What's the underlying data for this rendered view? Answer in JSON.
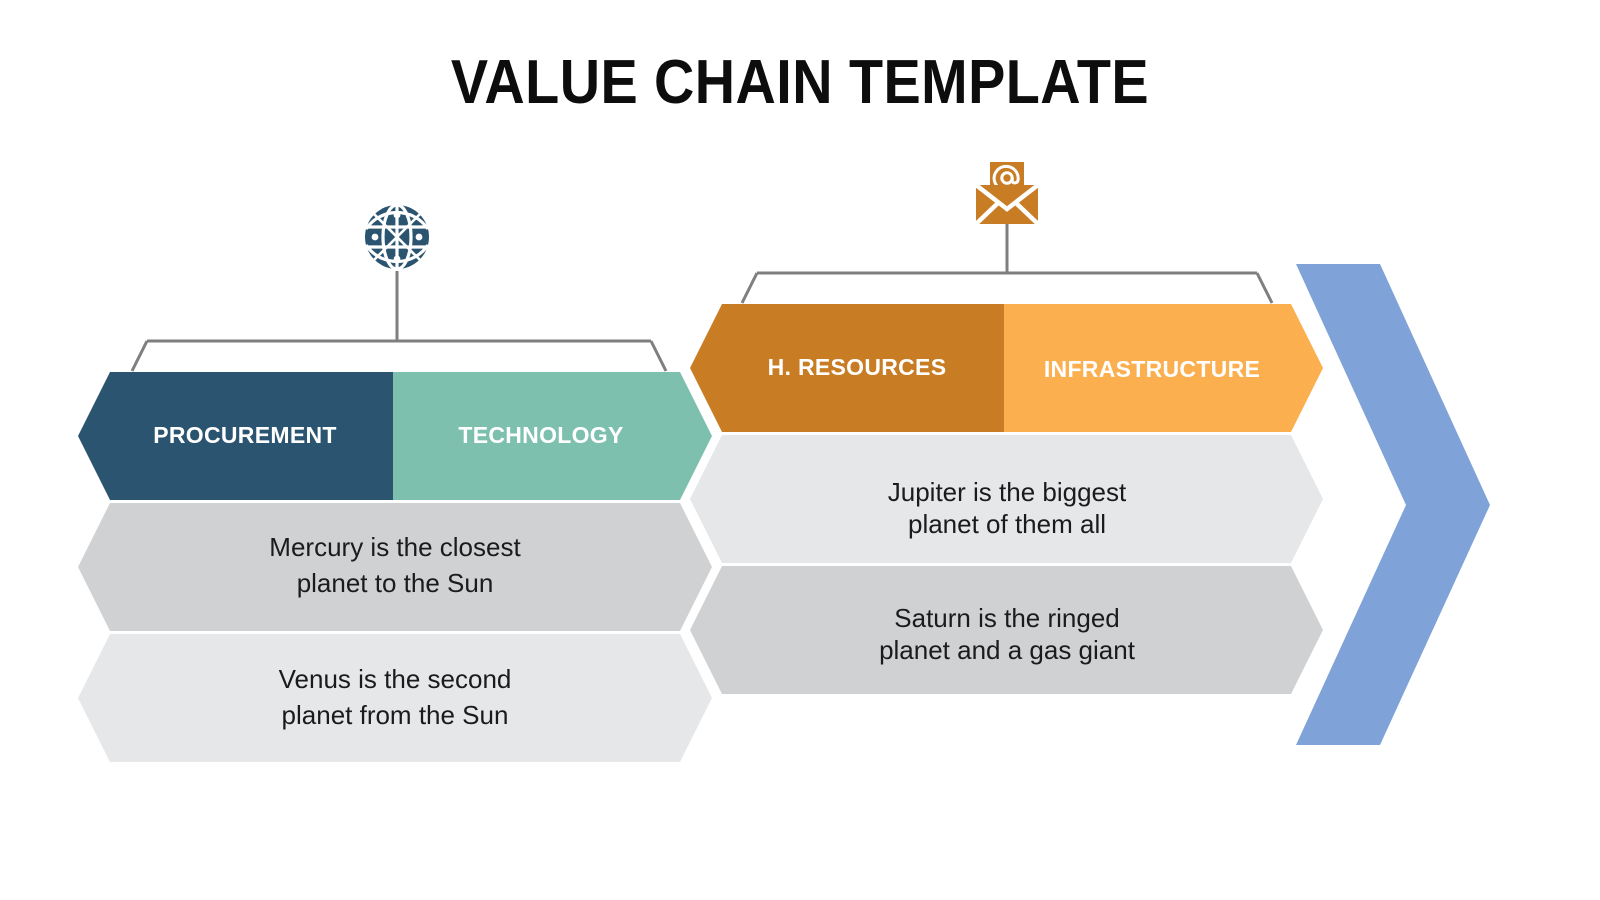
{
  "slide": {
    "title": "VALUE CHAIN TEMPLATE",
    "background_color": "#ffffff"
  },
  "colors": {
    "procurement": "#2B5470",
    "technology": "#7CC0AD",
    "human_resources": "#C87D24",
    "infrastructure": "#FBAF4F",
    "row_dark_gray": "#D0D1D3",
    "row_light_gray": "#E6E7E9",
    "arrow_blue": "#7FA2D8",
    "bracket_gray": "#7F7F7F",
    "title_text": "#0D0D0D",
    "band_text": "#FFFFFF",
    "body_text": "#1B1B1B"
  },
  "groups": [
    {
      "id": "left-group",
      "icon": {
        "name": "globe-network-icon",
        "color": "#2B5470"
      },
      "bands": [
        {
          "label": "PROCUREMENT",
          "color": "#2B5470"
        },
        {
          "label": "TECHNOLOGY",
          "color": "#7CC0AD"
        }
      ],
      "rows": [
        {
          "color": "#D0D1D3",
          "lines": [
            "Mercury is the closest",
            "planet to the Sun"
          ]
        },
        {
          "color": "#E6E7E9",
          "lines": [
            "Venus is the second",
            "planet from the Sun"
          ]
        }
      ]
    },
    {
      "id": "right-group",
      "icon": {
        "name": "email-envelope-at-icon",
        "color": "#C87D24"
      },
      "bands": [
        {
          "label": "H. RESOURCES",
          "color": "#C87D24"
        },
        {
          "label": "INFRASTRUCTURE",
          "color": "#FBAF4F"
        }
      ],
      "rows": [
        {
          "color": "#E6E7E9",
          "lines": [
            "Jupiter is the biggest",
            "planet of them all"
          ]
        },
        {
          "color": "#D0D1D3",
          "lines": [
            "Saturn is the ringed",
            "planet and a gas giant"
          ]
        }
      ]
    }
  ],
  "end_arrow": {
    "name": "chevron-arrow-right",
    "color": "#7FA2D8"
  }
}
